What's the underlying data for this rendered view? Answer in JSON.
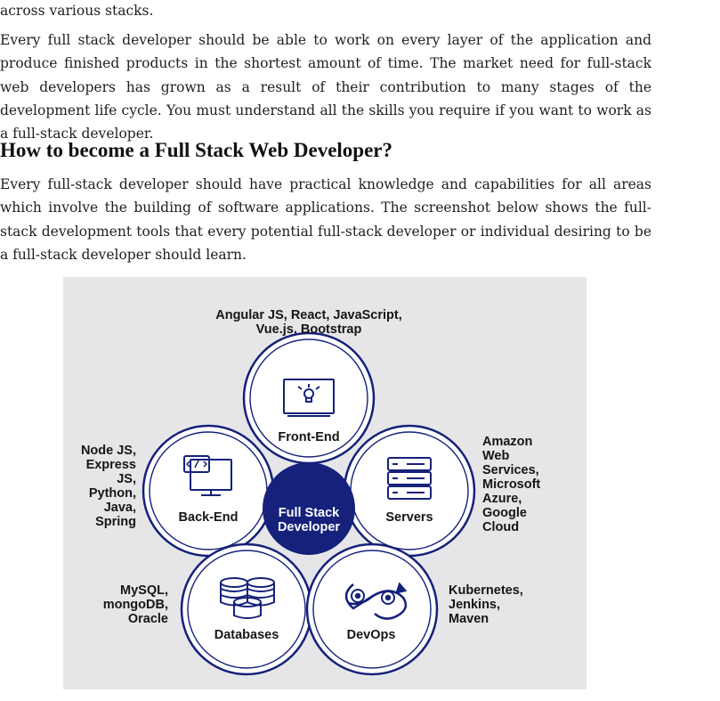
{
  "article": {
    "lead_fragment": "across various stacks.",
    "paragraph1": "Every full stack developer should be able to work on every layer of the application and produce finished products in the shortest amount of time. The market need for full-stack web developers has grown as a result of their contribution to many stages of the development life cycle. You must understand all the skills you require if you want to work as a full-stack developer.",
    "heading": "How to become a Full Stack Web Developer?",
    "paragraph2": "Every full-stack developer should have practical knowledge and capabilities for all areas which involve the building of software applications. The screenshot below shows the full-stack development tools that every potential full-stack developer or individual desiring to be a full-stack developer should learn."
  },
  "diagram": {
    "colors": {
      "primary": "#15217a",
      "background": "#e6e6e8",
      "node_fill": "#ffffff"
    },
    "center": {
      "label": "Full Stack\nDeveloper"
    },
    "nodes": {
      "frontend": {
        "label": "Front-End",
        "tools": "Angular JS, React, JavaScript,\nVue.js, Bootstrap",
        "icon": "monitor-bulb-icon"
      },
      "backend": {
        "label": "Back-End",
        "tools": "Node JS,\nExpress\nJS,\nPython,\nJava,\nSpring",
        "icon": "code-monitor-icon"
      },
      "servers": {
        "label": "Servers",
        "tools": "Amazon\nWeb\nServices,\nMicrosoft\nAzure,\nGoogle\nCloud",
        "icon": "server-rack-icon"
      },
      "databases": {
        "label": "Databases",
        "tools": "MySQL,\nmongoDB,\nOracle",
        "icon": "database-stack-icon"
      },
      "devops": {
        "label": "DevOps",
        "tools": "Kubernetes,\nJenkins,\nMaven",
        "icon": "gears-loop-icon"
      }
    }
  }
}
